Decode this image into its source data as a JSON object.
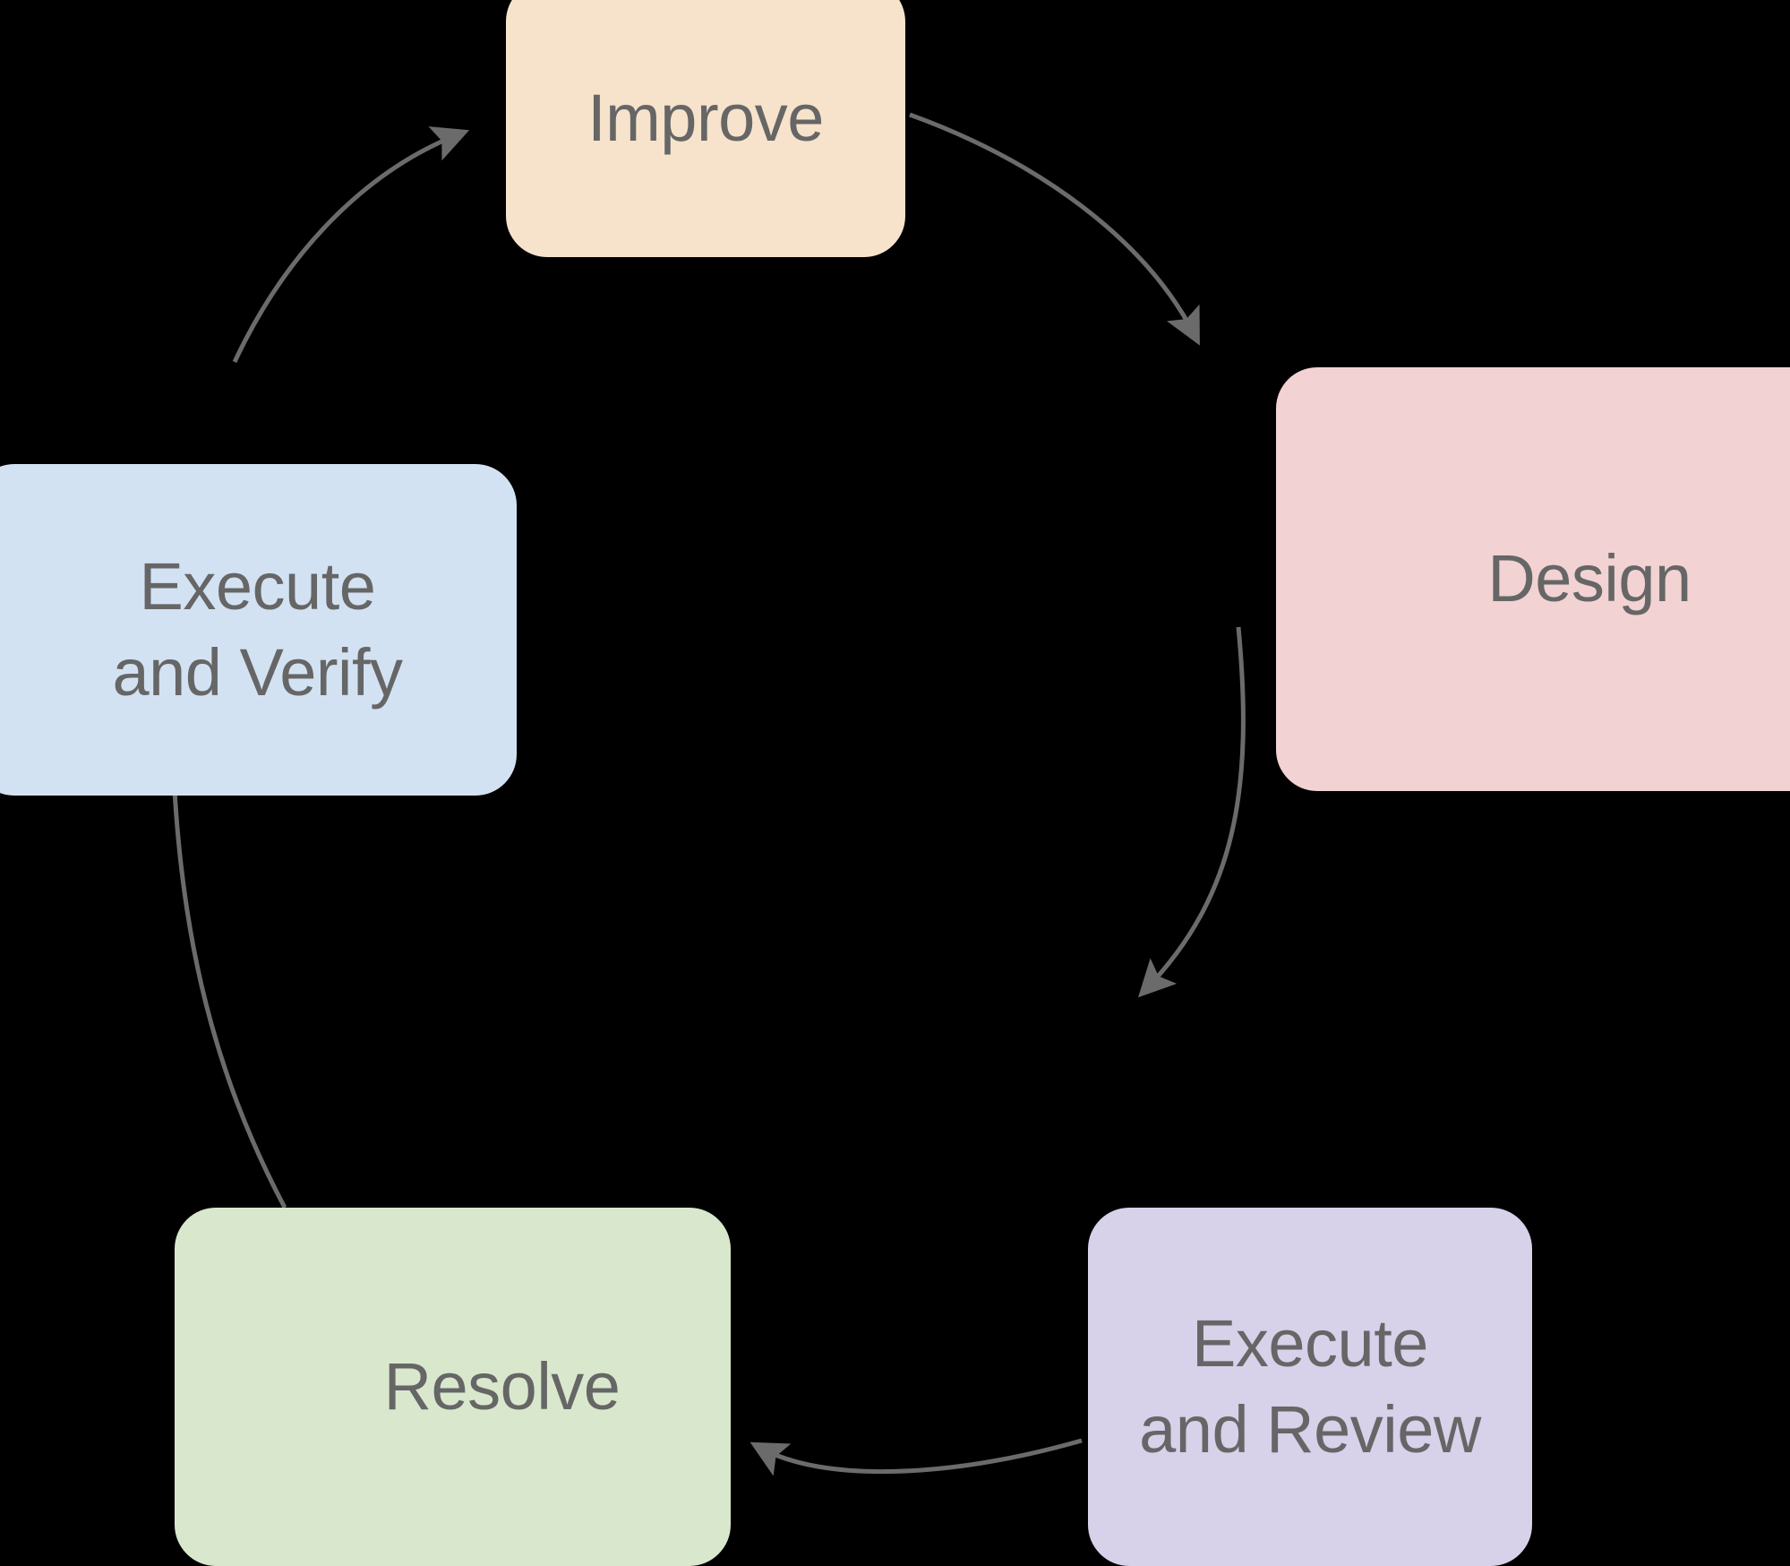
{
  "diagram": {
    "type": "cycle-flow",
    "background_color": "#000000",
    "arrow_color": "#6b6b6b",
    "text_color": "#666666",
    "nodes": [
      {
        "id": "improve",
        "label": "Improve",
        "color": "#f7e3cb",
        "position": "top"
      },
      {
        "id": "design",
        "label": "Design",
        "color": "#f2d2d2",
        "position": "right"
      },
      {
        "id": "execute_review",
        "label": "Execute\nand Review",
        "color": "#d8d1ea",
        "position": "bottom-right"
      },
      {
        "id": "resolve",
        "label": "Resolve",
        "color": "#d9e8cd",
        "position": "bottom-left"
      },
      {
        "id": "execute_verify",
        "label": "Execute\nand Verify",
        "color": "#d3e2f3",
        "position": "left"
      }
    ],
    "edges": [
      {
        "from": "improve",
        "to": "design"
      },
      {
        "from": "design",
        "to": "execute_review"
      },
      {
        "from": "execute_review",
        "to": "resolve"
      },
      {
        "from": "resolve",
        "to": "execute_verify"
      },
      {
        "from": "execute_verify",
        "to": "improve"
      }
    ]
  }
}
